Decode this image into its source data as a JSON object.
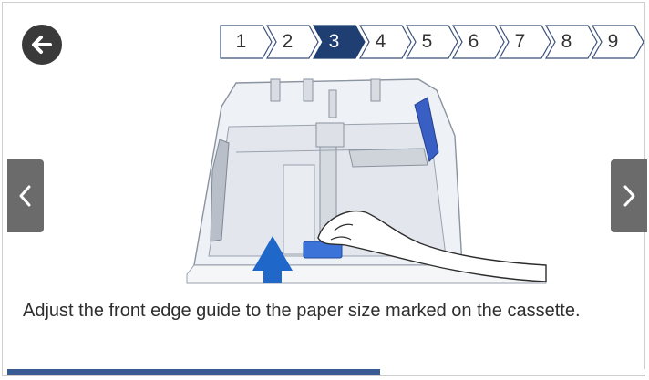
{
  "steps": {
    "items": [
      "1",
      "2",
      "3",
      "4",
      "5",
      "6",
      "7",
      "8",
      "9"
    ],
    "current": 3,
    "active_color": "#1f3f72"
  },
  "icons": {
    "back": "back-arrow-icon",
    "prev": "chevron-left-icon",
    "next": "chevron-right-icon"
  },
  "instruction": {
    "text": "Adjust the front edge guide to the paper size marked on the cassette."
  },
  "progress": {
    "fraction": 0.583,
    "color": "#3a5a94"
  }
}
